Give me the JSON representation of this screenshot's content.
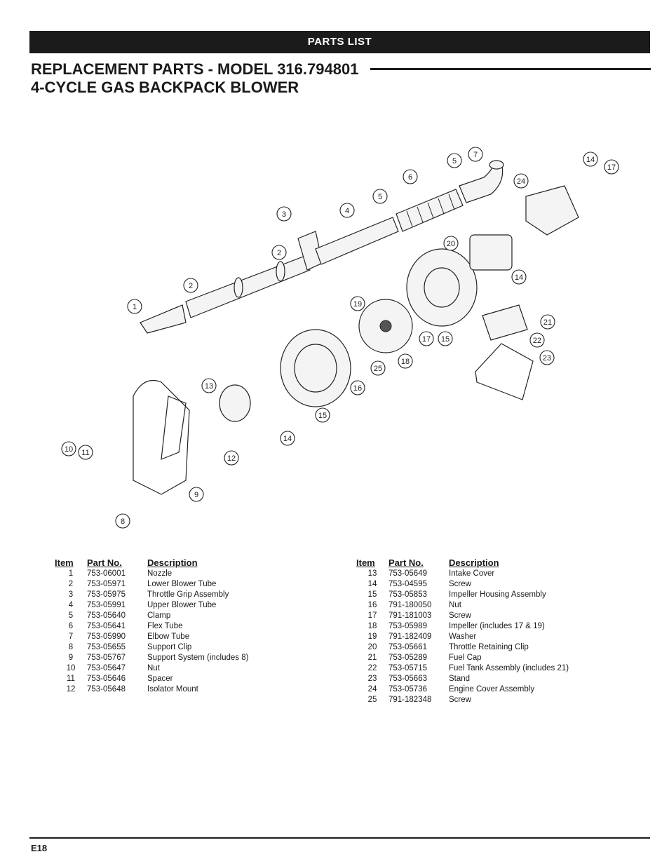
{
  "banner": "PARTS LIST",
  "title_line1": "REPLACEMENT PARTS - MODEL 316.794801",
  "title_line2": "4-CYCLE GAS BACKPACK BLOWER",
  "headers": {
    "item": "Item",
    "part": "Part No.",
    "desc": "Description"
  },
  "parts_left": [
    {
      "item": "1",
      "part": "753-06001",
      "desc": "Nozzle"
    },
    {
      "item": "2",
      "part": "753-05971",
      "desc": "Lower Blower Tube"
    },
    {
      "item": "3",
      "part": "753-05975",
      "desc": "Throttle Grip Assembly"
    },
    {
      "item": "4",
      "part": "753-05991",
      "desc": "Upper Blower Tube"
    },
    {
      "item": "5",
      "part": "753-05640",
      "desc": "Clamp"
    },
    {
      "item": "6",
      "part": "753-05641",
      "desc": "Flex Tube"
    },
    {
      "item": "7",
      "part": "753-05990",
      "desc": "Elbow Tube"
    },
    {
      "item": "8",
      "part": "753-05655",
      "desc": "Support Clip"
    },
    {
      "item": "9",
      "part": "753-05767",
      "desc": "Support System (includes 8)"
    },
    {
      "item": "10",
      "part": "753-05647",
      "desc": "Nut"
    },
    {
      "item": "11",
      "part": "753-05646",
      "desc": "Spacer"
    },
    {
      "item": "12",
      "part": "753-05648",
      "desc": "Isolator Mount"
    }
  ],
  "parts_right": [
    {
      "item": "13",
      "part": "753-05649",
      "desc": "Intake Cover"
    },
    {
      "item": "14",
      "part": "753-04595",
      "desc": "Screw"
    },
    {
      "item": "15",
      "part": "753-05853",
      "desc": "Impeller Housing Assembly"
    },
    {
      "item": "16",
      "part": "791-180050",
      "desc": "Nut"
    },
    {
      "item": "17",
      "part": "791-181003",
      "desc": "Screw"
    },
    {
      "item": "18",
      "part": "753-05989",
      "desc": "Impeller (includes 17 & 19)"
    },
    {
      "item": "19",
      "part": "791-182409",
      "desc": "Washer"
    },
    {
      "item": "20",
      "part": "753-05661",
      "desc": "Throttle Retaining Clip"
    },
    {
      "item": "21",
      "part": "753-05289",
      "desc": "Fuel Cap"
    },
    {
      "item": "22",
      "part": "753-05715",
      "desc": "Fuel Tank Assembly (includes 21)"
    },
    {
      "item": "23",
      "part": "753-05663",
      "desc": "Stand"
    },
    {
      "item": "24",
      "part": "753-05736",
      "desc": "Engine Cover Assembly"
    },
    {
      "item": "25",
      "part": "791-182348",
      "desc": "Screw"
    }
  ],
  "callouts": [
    "1",
    "2",
    "2",
    "3",
    "4",
    "5",
    "5",
    "6",
    "7",
    "8",
    "9",
    "10",
    "11",
    "12",
    "13",
    "14",
    "14",
    "14",
    "15",
    "15",
    "16",
    "17",
    "17",
    "18",
    "19",
    "20",
    "21",
    "22",
    "23",
    "24",
    "25"
  ],
  "page_number": "E18"
}
